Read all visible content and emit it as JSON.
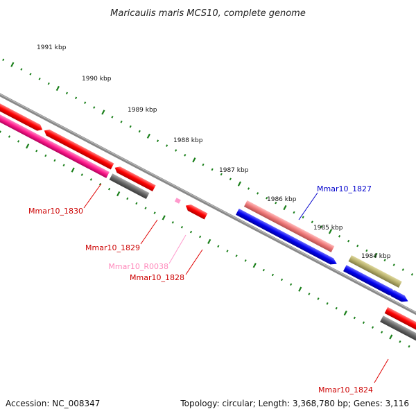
{
  "title": "Maricaulis maris MCS10, complete genome",
  "footer": {
    "accession": "Accession: NC_008347",
    "summary": "Topology: circular; Length: 3,368,780 bp; Genes: 3,116"
  },
  "ticks": [
    "1991 kbp",
    "1990 kbp",
    "1989 kbp",
    "1988 kbp",
    "1987 kbp",
    "1986 kbp",
    "1985 kbp",
    "1984 kbp"
  ],
  "genes": {
    "mmar10_1830": "Mmar10_1830",
    "mmar10_1829": "Mmar10_1829",
    "mmar10_r0038": "Mmar10_R0038",
    "mmar10_1828": "Mmar10_1828",
    "mmar10_1827": "Mmar10_1827",
    "mmar10_1824": "Mmar10_1824"
  },
  "colors": {
    "red_gene": "#ff0000",
    "magenta_gene": "#ff1a8c",
    "gray_gene": "#666666",
    "blue_gene": "#0000ee",
    "salmon_gene": "#ee7777",
    "olive_gene": "#b5ae6a",
    "pink_rna": "#ff99cc",
    "tick_green": "#1a7f1a",
    "backbone": "#777777"
  }
}
